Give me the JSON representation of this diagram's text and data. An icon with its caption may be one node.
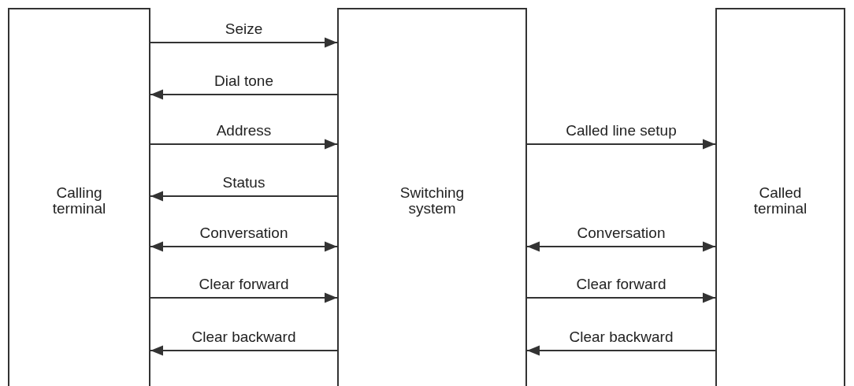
{
  "diagram": {
    "nodes": [
      {
        "text": [
          "Calling terminal"
        ]
      },
      {
        "text": [
          "Switching system"
        ]
      },
      {
        "text": [
          "Called terminal"
        ]
      }
    ],
    "edges": [
      {
        "from": 0,
        "to": 1,
        "arrow": "to",
        "label": "Seize"
      },
      {
        "from": 1,
        "to": 0,
        "arrow": "to",
        "label": "Dial tone"
      },
      {
        "from": 0,
        "to": 1,
        "arrow": "to",
        "label": "Address"
      },
      {
        "from": 1,
        "to": 0,
        "arrow": "to",
        "label": "Status"
      },
      {
        "from": 0,
        "to": 1,
        "arrow": "both",
        "label": "Conversation"
      },
      {
        "from": 0,
        "to": 1,
        "arrow": "to",
        "label": "Clear forward"
      },
      {
        "from": 1,
        "to": 0,
        "arrow": "to",
        "label": "Clear backward"
      },
      {
        "from": 1,
        "to": 2,
        "arrow": "to",
        "label": "Called line setup"
      },
      {
        "from": 1,
        "to": 2,
        "arrow": "both",
        "label": "Conversation"
      },
      {
        "from": 1,
        "to": 2,
        "arrow": "to",
        "label": "Clear forward"
      },
      {
        "from": 2,
        "to": 1,
        "arrow": "to",
        "label": "Clear backward"
      }
    ]
  }
}
